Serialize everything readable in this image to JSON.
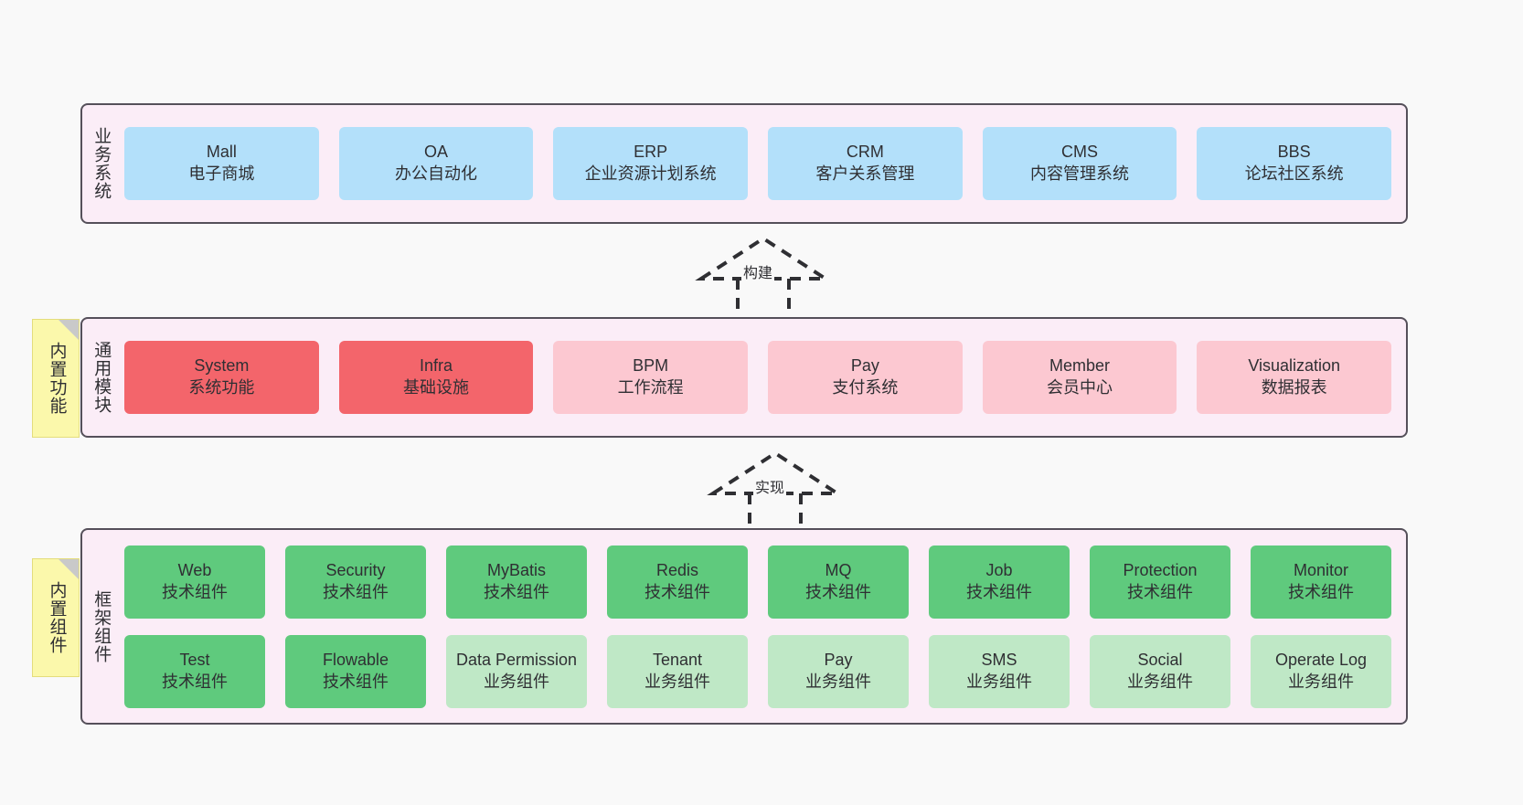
{
  "diagram": {
    "background": "#f9f9f9",
    "layer_fill": "#fbedf7",
    "layer_border": "#55505a",
    "sticky_fill": "#fbf8ab",
    "colors": {
      "blue": "#b3e0fa",
      "red": "#f3656b",
      "pink": "#fcc8d1",
      "green": "#5fca7d",
      "green_light": "#bfe8c6"
    }
  },
  "layers": [
    {
      "title": "业务系统",
      "rows": [
        [
          {
            "en": "Mall",
            "cn": "电子商城",
            "color": "blue"
          },
          {
            "en": "OA",
            "cn": "办公自动化",
            "color": "blue"
          },
          {
            "en": "ERP",
            "cn": "企业资源计划系统",
            "color": "blue"
          },
          {
            "en": "CRM",
            "cn": "客户关系管理",
            "color": "blue"
          },
          {
            "en": "CMS",
            "cn": "内容管理系统",
            "color": "blue"
          },
          {
            "en": "BBS",
            "cn": "论坛社区系统",
            "color": "blue"
          }
        ]
      ]
    },
    {
      "title": "通用模块",
      "sticky": "内置功能",
      "rows": [
        [
          {
            "en": "System",
            "cn": "系统功能",
            "color": "red"
          },
          {
            "en": "Infra",
            "cn": "基础设施",
            "color": "red"
          },
          {
            "en": "BPM",
            "cn": "工作流程",
            "color": "pink"
          },
          {
            "en": "Pay",
            "cn": "支付系统",
            "color": "pink"
          },
          {
            "en": "Member",
            "cn": "会员中心",
            "color": "pink"
          },
          {
            "en": "Visualization",
            "cn": "数据报表",
            "color": "pink"
          }
        ]
      ]
    },
    {
      "title": "框架组件",
      "sticky": "内置组件",
      "rows": [
        [
          {
            "en": "Web",
            "cn": "技术组件",
            "color": "green"
          },
          {
            "en": "Security",
            "cn": "技术组件",
            "color": "green"
          },
          {
            "en": "MyBatis",
            "cn": "技术组件",
            "color": "green"
          },
          {
            "en": "Redis",
            "cn": "技术组件",
            "color": "green"
          },
          {
            "en": "MQ",
            "cn": "技术组件",
            "color": "green"
          },
          {
            "en": "Job",
            "cn": "技术组件",
            "color": "green"
          },
          {
            "en": "Protection",
            "cn": "技术组件",
            "color": "green"
          },
          {
            "en": "Monitor",
            "cn": "技术组件",
            "color": "green"
          }
        ],
        [
          {
            "en": "Test",
            "cn": "技术组件",
            "color": "green"
          },
          {
            "en": "Flowable",
            "cn": "技术组件",
            "color": "green"
          },
          {
            "en": "Data Permission",
            "cn": "业务组件",
            "color": "green_light",
            "wrap": true
          },
          {
            "en": "Tenant",
            "cn": "业务组件",
            "color": "green_light"
          },
          {
            "en": "Pay",
            "cn": "业务组件",
            "color": "green_light"
          },
          {
            "en": "SMS",
            "cn": "业务组件",
            "color": "green_light"
          },
          {
            "en": "Social",
            "cn": "业务组件",
            "color": "green_light"
          },
          {
            "en": "Operate Log",
            "cn": "业务组件",
            "color": "green_light"
          }
        ]
      ]
    }
  ],
  "connectors": [
    {
      "label": "构建"
    },
    {
      "label": "实现"
    }
  ]
}
